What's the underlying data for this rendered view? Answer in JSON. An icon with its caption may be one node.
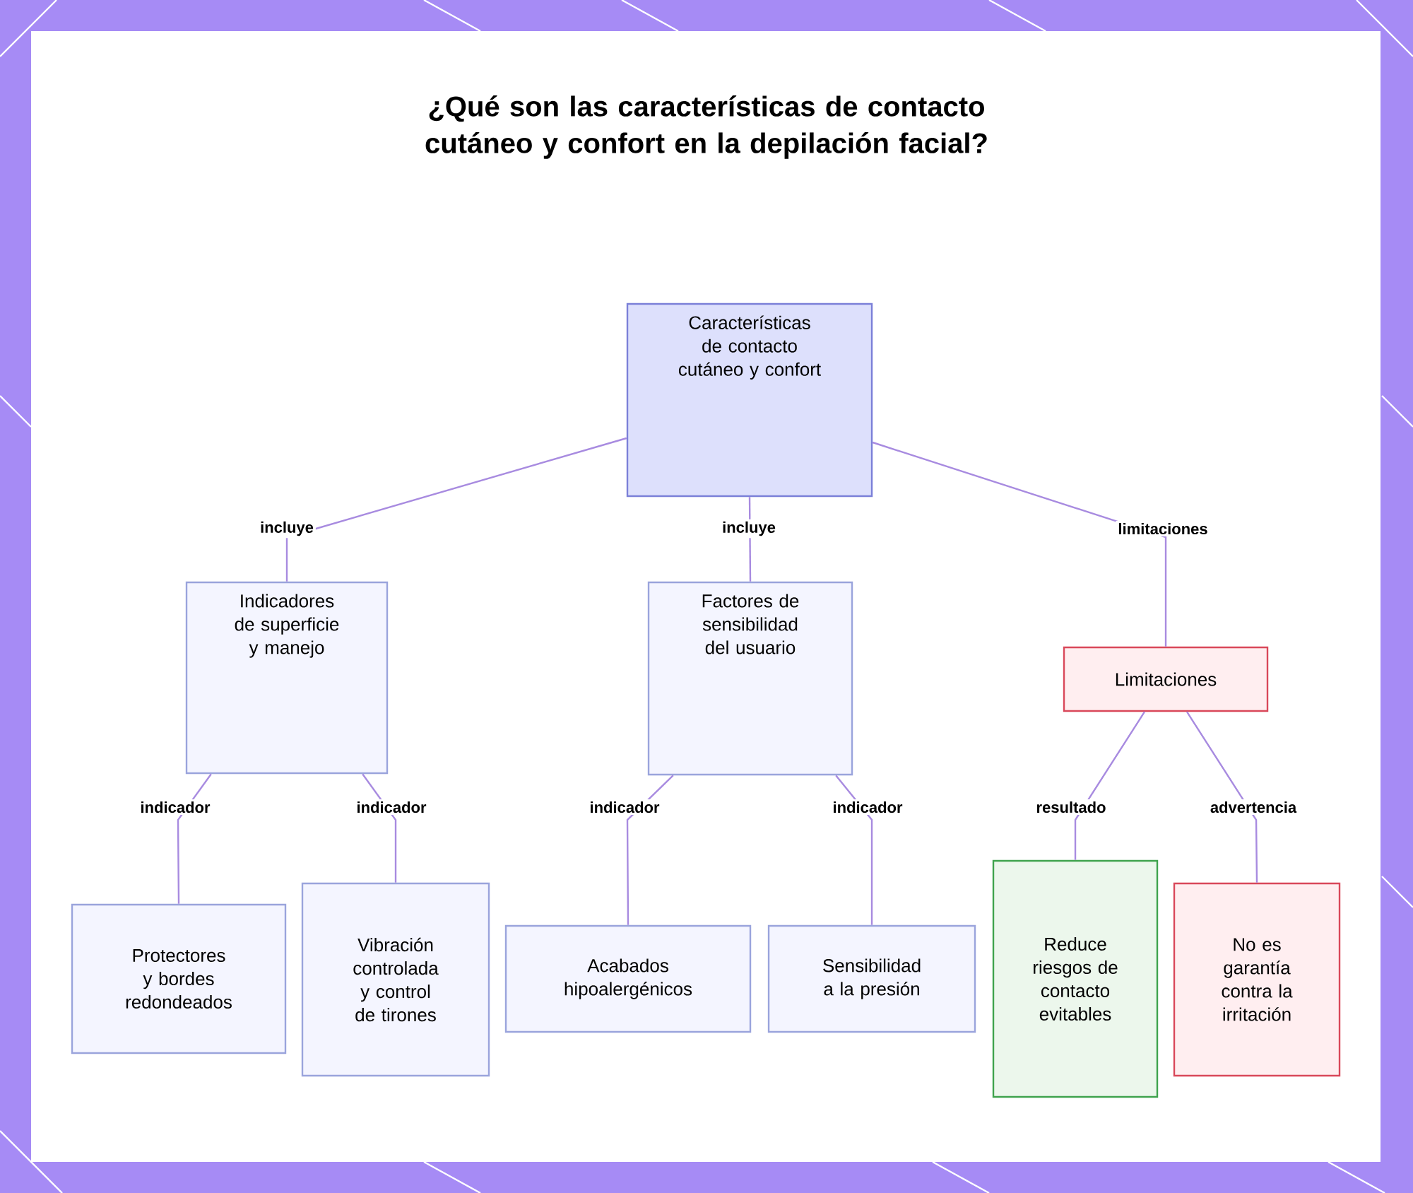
{
  "diagram": {
    "title": "¿Qué son las características de contacto cutáneo y confort en la depilación facial?",
    "nodes": [
      {
        "text": [
          "Características de contacto cutáneo y confort"
        ]
      },
      {
        "text": [
          "Indicadores de superficie y manejo"
        ]
      },
      {
        "text": [
          "Factores de sensibilidad del usuario"
        ]
      },
      {
        "text": [
          "Limitaciones"
        ]
      },
      {
        "text": [
          "Protectores y bordes redondeados"
        ]
      },
      {
        "text": [
          "Vibración controlada y control de tirones"
        ]
      },
      {
        "text": [
          "Acabados hipoalergénicos"
        ]
      },
      {
        "text": [
          "Sensibilidad a la presión"
        ]
      },
      {
        "text": [
          "Reduce riesgos de contacto evitables"
        ]
      },
      {
        "text": [
          "No es garantía contra la irritación"
        ]
      }
    ],
    "edges": [
      {
        "from": 0,
        "to": 1,
        "arrow": "none",
        "label": "incluye"
      },
      {
        "from": 0,
        "to": 2,
        "arrow": "none",
        "label": "incluye"
      },
      {
        "from": 0,
        "to": 3,
        "arrow": "none",
        "label": "limitaciones"
      },
      {
        "from": 1,
        "to": 4,
        "arrow": "none",
        "label": "indicador"
      },
      {
        "from": 1,
        "to": 5,
        "arrow": "none",
        "label": "indicador"
      },
      {
        "from": 2,
        "to": 6,
        "arrow": "none",
        "label": "indicador"
      },
      {
        "from": 2,
        "to": 7,
        "arrow": "none",
        "label": "indicador"
      },
      {
        "from": 3,
        "to": 8,
        "arrow": "none",
        "label": "resultado"
      },
      {
        "from": 3,
        "to": 9,
        "arrow": "none",
        "label": "advertencia"
      }
    ]
  }
}
